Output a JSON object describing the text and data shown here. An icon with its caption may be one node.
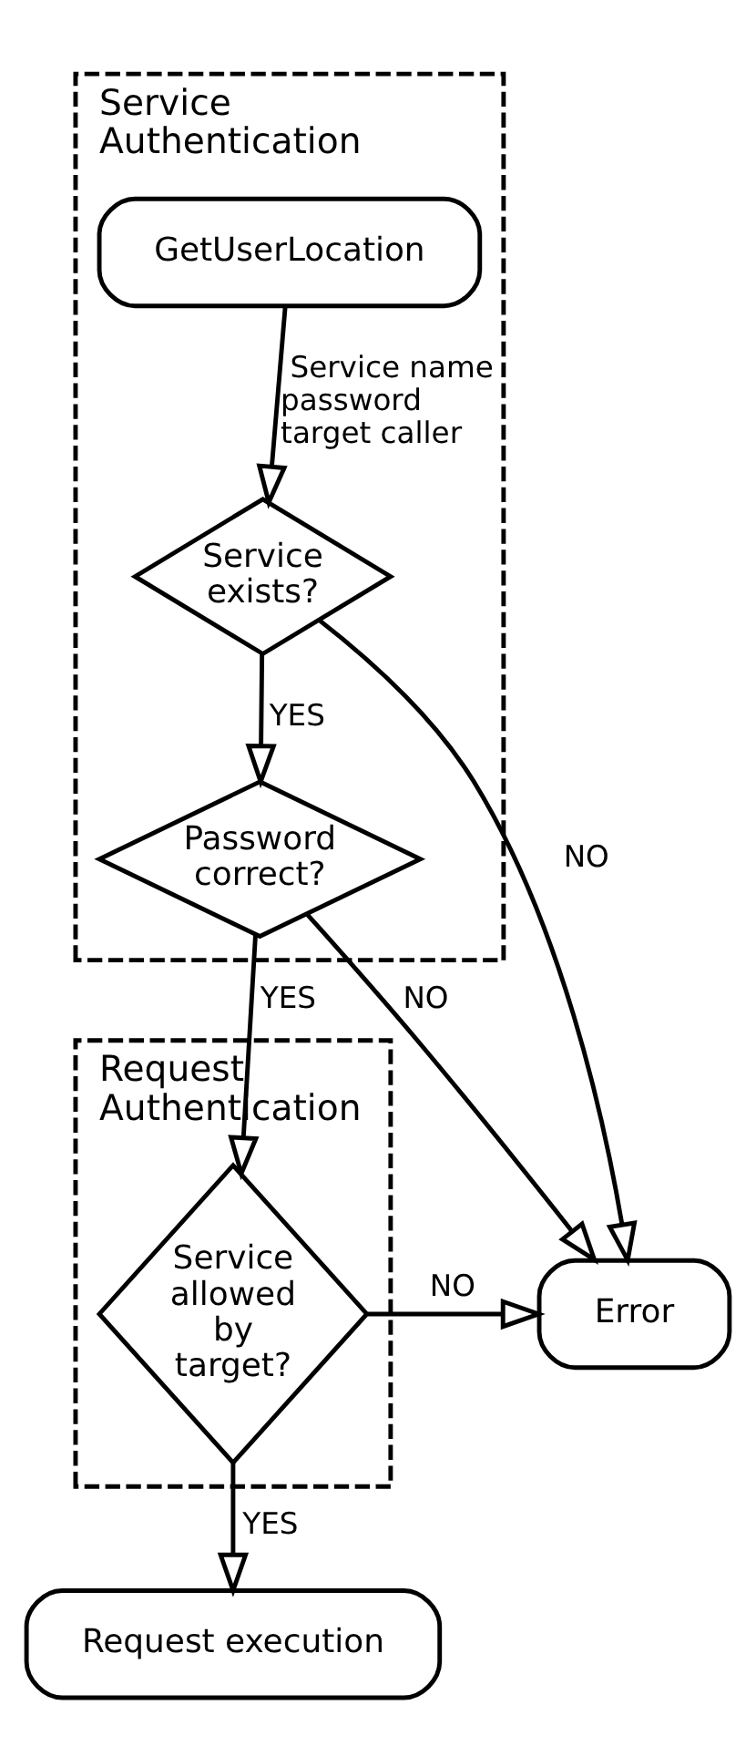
{
  "diagram": {
    "nodes": [
      {
        "text": [
          "Service Authentication"
        ]
      },
      {
        "text": [
          "GetUserLocation"
        ],
        "in": 0
      },
      {
        "text": [
          "Service exists?"
        ],
        "in": 0
      },
      {
        "text": [
          "Password correct?"
        ],
        "in": 0
      },
      {
        "text": [
          "Error"
        ]
      },
      {
        "text": [
          "Request Authentication"
        ]
      },
      {
        "text": [
          "Service allowed by target?"
        ],
        "in": 5
      },
      {
        "text": [
          "Request execution"
        ]
      }
    ],
    "edges": [
      {
        "from": 1,
        "to": 2,
        "arrow": "to",
        "label": "Service name password target caller"
      },
      {
        "from": 2,
        "to": 4,
        "arrow": "to",
        "label": "NO"
      },
      {
        "from": 2,
        "to": 3,
        "arrow": "to",
        "label": "YES"
      },
      {
        "from": 3,
        "to": 4,
        "arrow": "to",
        "label": "NO"
      },
      {
        "from": 3,
        "to": 6,
        "arrow": "to",
        "label": "YES"
      },
      {
        "from": 6,
        "to": 4,
        "arrow": "to",
        "label": "NO"
      },
      {
        "from": 6,
        "to": 7,
        "arrow": "to",
        "label": "YES"
      }
    ]
  }
}
